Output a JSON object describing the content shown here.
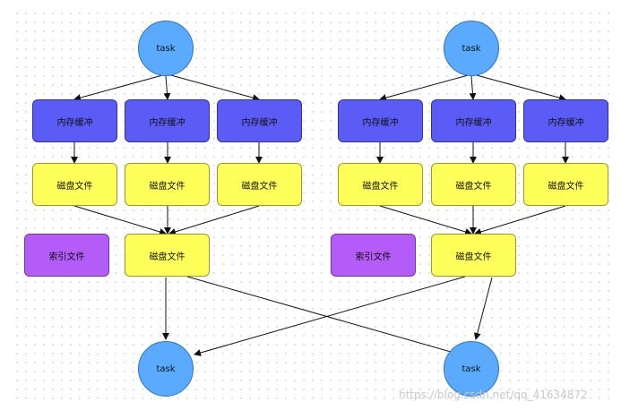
{
  "colors": {
    "task_fill": "#5aabff",
    "buffer_fill": "#5a5cf5",
    "disk_fill": "#ffff5a",
    "index_fill": "#b45cf7",
    "edge": "#111111"
  },
  "left_group": {
    "task_top": "task",
    "buffers": [
      "内存缓冲",
      "内存缓冲",
      "内存缓冲"
    ],
    "disk_files": [
      "磁盘文件",
      "磁盘文件",
      "磁盘文件"
    ],
    "index_file": "索引文件",
    "merged_disk_file": "磁盘文件"
  },
  "right_group": {
    "task_top": "task",
    "buffers": [
      "内存缓冲",
      "内存缓冲",
      "内存缓冲"
    ],
    "disk_files": [
      "磁盘文件",
      "磁盘文件",
      "磁盘文件"
    ],
    "index_file": "索引文件",
    "merged_disk_file": "磁盘文件"
  },
  "bottom_tasks": [
    "task",
    "task"
  ],
  "watermark": "https://blog.csdn.net/qq_41634872"
}
